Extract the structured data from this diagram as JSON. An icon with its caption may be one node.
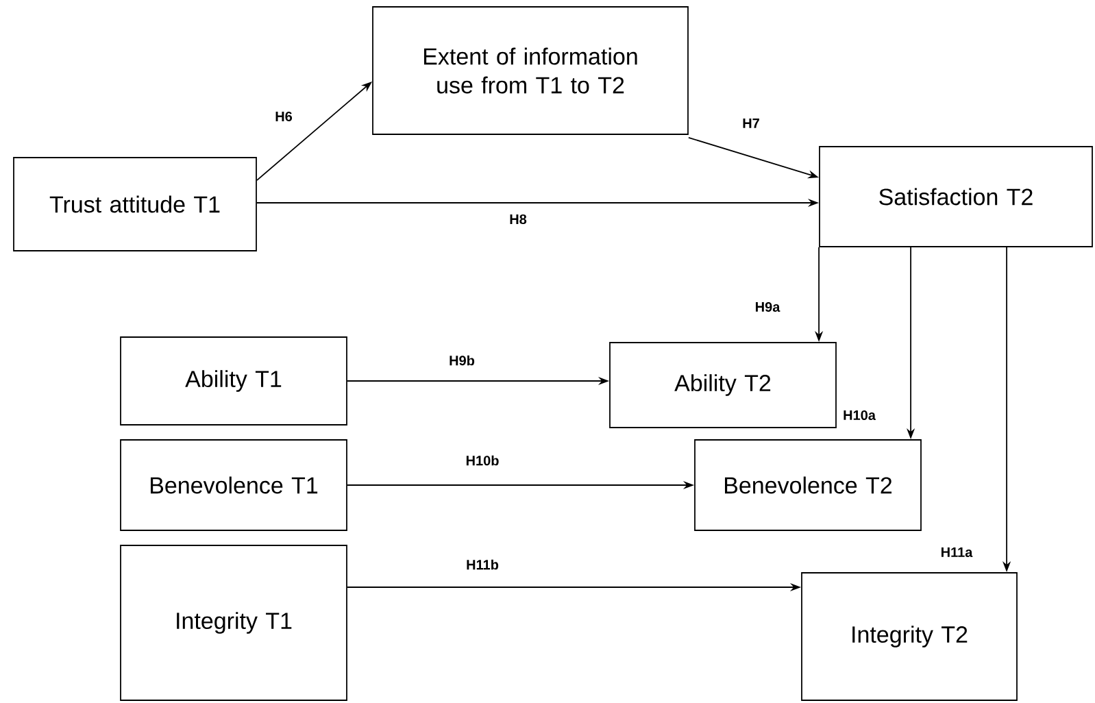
{
  "diagram": {
    "nodes": [
      {
        "text": [
          "Trust attitude T1"
        ]
      },
      {
        "text": [
          "Extent of information use from T1 to T2"
        ]
      },
      {
        "text": [
          "Satisfaction T2"
        ]
      },
      {
        "text": [
          "Ability T1"
        ]
      },
      {
        "text": [
          "Ability T2"
        ]
      },
      {
        "text": [
          "Benevolence T1"
        ]
      },
      {
        "text": [
          "Benevolence T2"
        ]
      },
      {
        "text": [
          "Integrity T1"
        ]
      },
      {
        "text": [
          "Integrity T2"
        ]
      }
    ],
    "edges": [
      {
        "from": 0,
        "to": 1,
        "arrow": "to",
        "label": "H6"
      },
      {
        "from": 1,
        "to": 2,
        "arrow": "to",
        "label": "H7"
      },
      {
        "from": 0,
        "to": 2,
        "arrow": "to",
        "label": "H8"
      },
      {
        "from": 2,
        "to": 4,
        "arrow": "to",
        "label": "H9a"
      },
      {
        "from": 3,
        "to": 4,
        "arrow": "to",
        "label": "H9b"
      },
      {
        "from": 2,
        "to": 6,
        "arrow": "to",
        "label": "H10a"
      },
      {
        "from": 5,
        "to": 6,
        "arrow": "to",
        "label": "H10b"
      },
      {
        "from": 2,
        "to": 8,
        "arrow": "to",
        "label": "H11a"
      },
      {
        "from": 7,
        "to": 8,
        "arrow": "to",
        "label": "H11b"
      }
    ]
  }
}
